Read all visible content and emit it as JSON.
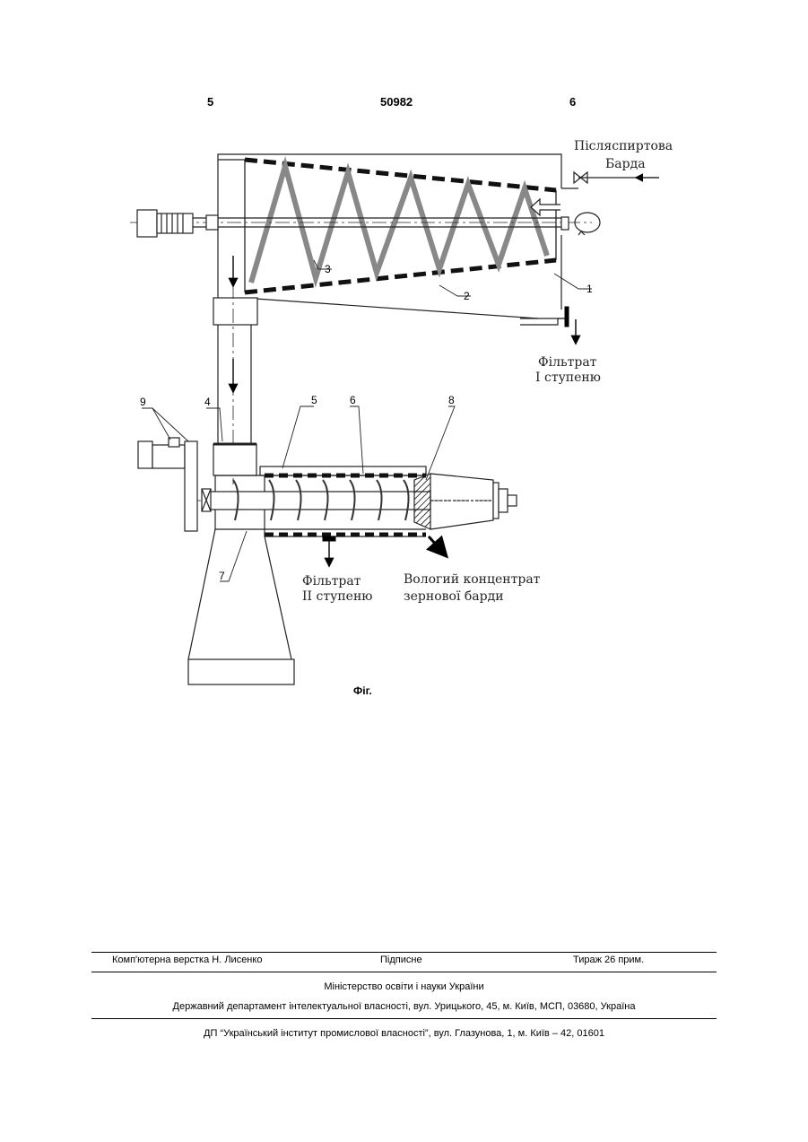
{
  "header": {
    "left": "5",
    "center": "50982",
    "right": "6"
  },
  "figure": {
    "labels": {
      "inlet_line1": "Післяспиртова",
      "inlet_line2": "Барда",
      "filtrate1_line1": "Фільтрат",
      "filtrate1_line2": "І ступеню",
      "filtrate2_line1": "Фільтрат",
      "filtrate2_line2": "ІІ ступеню",
      "concentrate_line1": "Вологий концентрат",
      "concentrate_line2": "зернової барди"
    },
    "numbers": {
      "n1": "1",
      "n2": "2",
      "n3": "3",
      "n4": "4",
      "n5": "5",
      "n6": "6",
      "n7": "7",
      "n8": "8",
      "n9": "9"
    },
    "caption": "Фіг."
  },
  "footer": {
    "left": "Комп'ютерна верстка Н. Лисенко",
    "middle": "Підписне",
    "right": "Тираж 26 прим.",
    "line2": "Міністерство освіти і науки України",
    "line3": "Державний департамент інтелектуальної власності, вул. Урицького, 45, м. Київ, МСП, 03680, Україна",
    "line4": "ДП “Український інститут промислової власності”, вул. Глазунова, 1, м. Київ – 42, 01601"
  }
}
